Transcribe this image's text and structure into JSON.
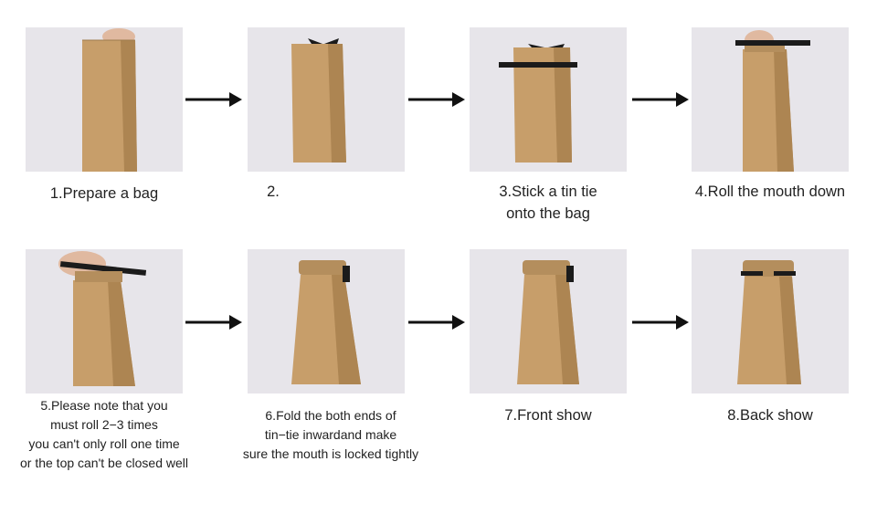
{
  "steps": [
    {
      "label": "1.Prepare a bag"
    },
    {
      "label": "2."
    },
    {
      "label_lines": [
        "3.Stick a tin tie",
        "onto the bag"
      ]
    },
    {
      "label": "4.Roll the mouth down"
    },
    {
      "label_lines": [
        "5.Please note that you",
        "must roll 2−3 times",
        "you can't only roll one time",
        "or the top can't be closed well"
      ]
    },
    {
      "label_lines": [
        "6.Fold the both ends of",
        "tin−tie inwardand make",
        "sure the mouth is locked tightly"
      ]
    },
    {
      "label": "7.Front show"
    },
    {
      "label": "8.Back show"
    }
  ],
  "colors": {
    "photo_background": "#e7e5ea",
    "kraft_paper": "#c79e6a",
    "kraft_shadow": "#ad8552",
    "tin_tie": "#1b1b1b",
    "arrow": "#111111"
  },
  "icons": [
    "right-arrow-icon"
  ]
}
